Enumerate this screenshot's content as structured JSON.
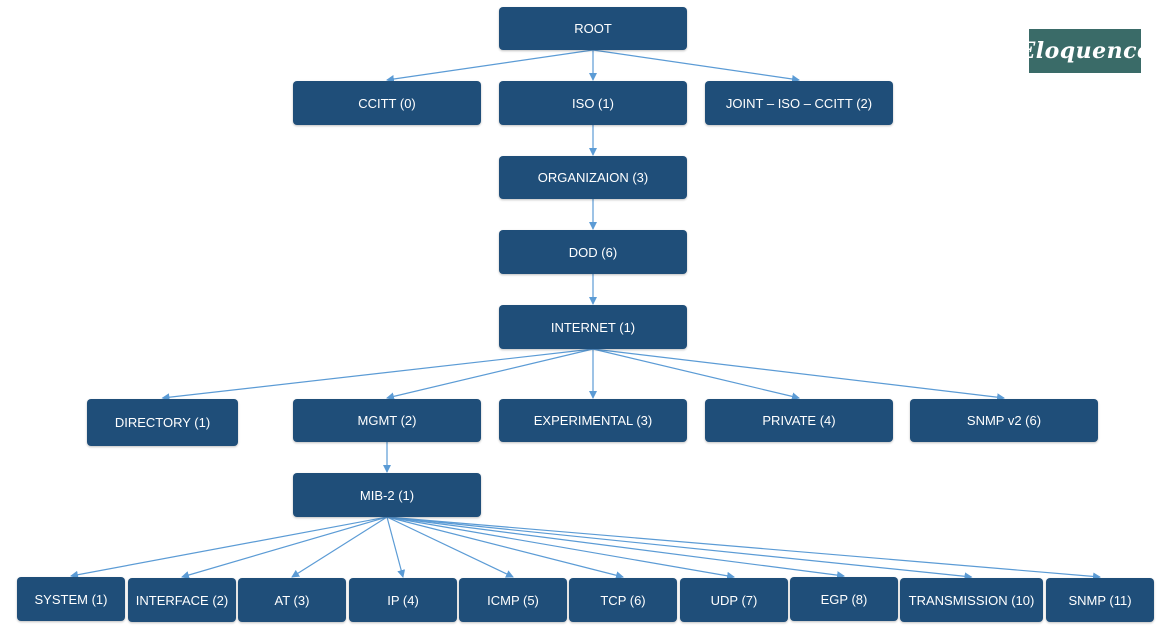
{
  "logo": {
    "text": "Eloquence"
  },
  "colors": {
    "node_fill": "#1f4e79",
    "connector": "#5b9bd5",
    "logo_bg": "#3a6b68"
  },
  "nodes": {
    "root": "ROOT",
    "ccitt": "CCITT (0)",
    "iso": "ISO (1)",
    "joint": "JOINT – ISO – CCITT (2)",
    "organization": "ORGANIZAION (3)",
    "dod": "DOD (6)",
    "internet": "INTERNET (1)",
    "directory": "DIRECTORY (1)",
    "mgmt": "MGMT (2)",
    "experimental": "EXPERIMENTAL (3)",
    "private": "PRIVATE (4)",
    "snmpv2": "SNMP v2 (6)",
    "mib2": "MIB-2 (1)",
    "system": "SYSTEM (1)",
    "interface": "INTERFACE (2)",
    "at": "AT (3)",
    "ip": "IP (4)",
    "icmp": "ICMP (5)",
    "tcp": "TCP (6)",
    "udp": "UDP (7)",
    "egp": "EGP (8)",
    "transmission": "TRANSMISSION (10)",
    "snmp": "SNMP (11)"
  },
  "edges": [
    [
      "root",
      "ccitt"
    ],
    [
      "root",
      "iso"
    ],
    [
      "root",
      "joint"
    ],
    [
      "iso",
      "organization"
    ],
    [
      "organization",
      "dod"
    ],
    [
      "dod",
      "internet"
    ],
    [
      "internet",
      "directory"
    ],
    [
      "internet",
      "mgmt"
    ],
    [
      "internet",
      "experimental"
    ],
    [
      "internet",
      "private"
    ],
    [
      "internet",
      "snmpv2"
    ],
    [
      "mgmt",
      "mib2"
    ],
    [
      "mib2",
      "system"
    ],
    [
      "mib2",
      "interface"
    ],
    [
      "mib2",
      "at"
    ],
    [
      "mib2",
      "ip"
    ],
    [
      "mib2",
      "icmp"
    ],
    [
      "mib2",
      "tcp"
    ],
    [
      "mib2",
      "udp"
    ],
    [
      "mib2",
      "egp"
    ],
    [
      "mib2",
      "transmission"
    ],
    [
      "mib2",
      "snmp"
    ]
  ]
}
